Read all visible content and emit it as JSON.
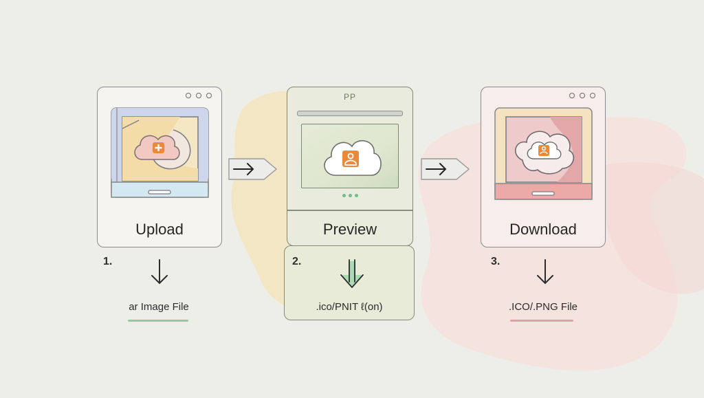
{
  "colors": {
    "background": "#eeeee8",
    "orange_icon": "#e9893e",
    "green_accent": "#8fcba0",
    "pink_accent": "#e3a0a6",
    "yellow_blob": "#f4e3b8",
    "pink_blob": "#f6e1dd"
  },
  "steps": [
    {
      "number": "1.",
      "title": "Upload",
      "caption": "ar Image File",
      "icon": "cloud-plus-icon"
    },
    {
      "number": "2.",
      "title": "Preview",
      "caption": ".ico/PNIT ℓ(on)",
      "icon": "cloud-image-icon",
      "top_mark": "PP"
    },
    {
      "number": "3.",
      "title": "Download",
      "caption": ".ICO/.PNG File",
      "icon": "cloud-image-icon"
    }
  ]
}
